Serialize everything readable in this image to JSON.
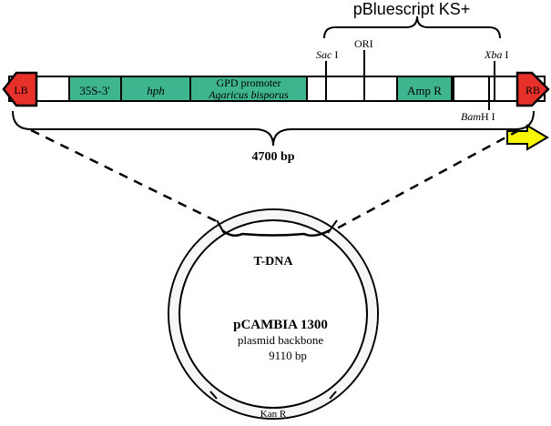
{
  "header": {
    "vector_label": "pBluescript KS+",
    "total_size": "4700 bp"
  },
  "borders": {
    "left": "LB",
    "right": "RB"
  },
  "cassette": {
    "terminator": "35S-3'",
    "selectable_marker": "hph",
    "promoter_line1": "GPD promoter",
    "promoter_line2": "Agaricus bisporus",
    "amp": "Amp R"
  },
  "sites": {
    "sac_italic": "Sac",
    "sac_roman": " I",
    "ori": "ORI",
    "xba_italic": "Xba",
    "xba_roman": " I",
    "bam_italic": "Bam",
    "bam_roman": "H I"
  },
  "plasmid": {
    "tdna_label": "T-DNA",
    "name": "pCAMBIA 1300",
    "description": "plasmid backbone",
    "size": "9110 bp",
    "kan": "Kan R"
  },
  "colors": {
    "gene_box": "#3fb58f",
    "border_red": "#e8302a",
    "arrow_yellow": "#f7f700",
    "ring_fill": "#f5f6f6"
  }
}
